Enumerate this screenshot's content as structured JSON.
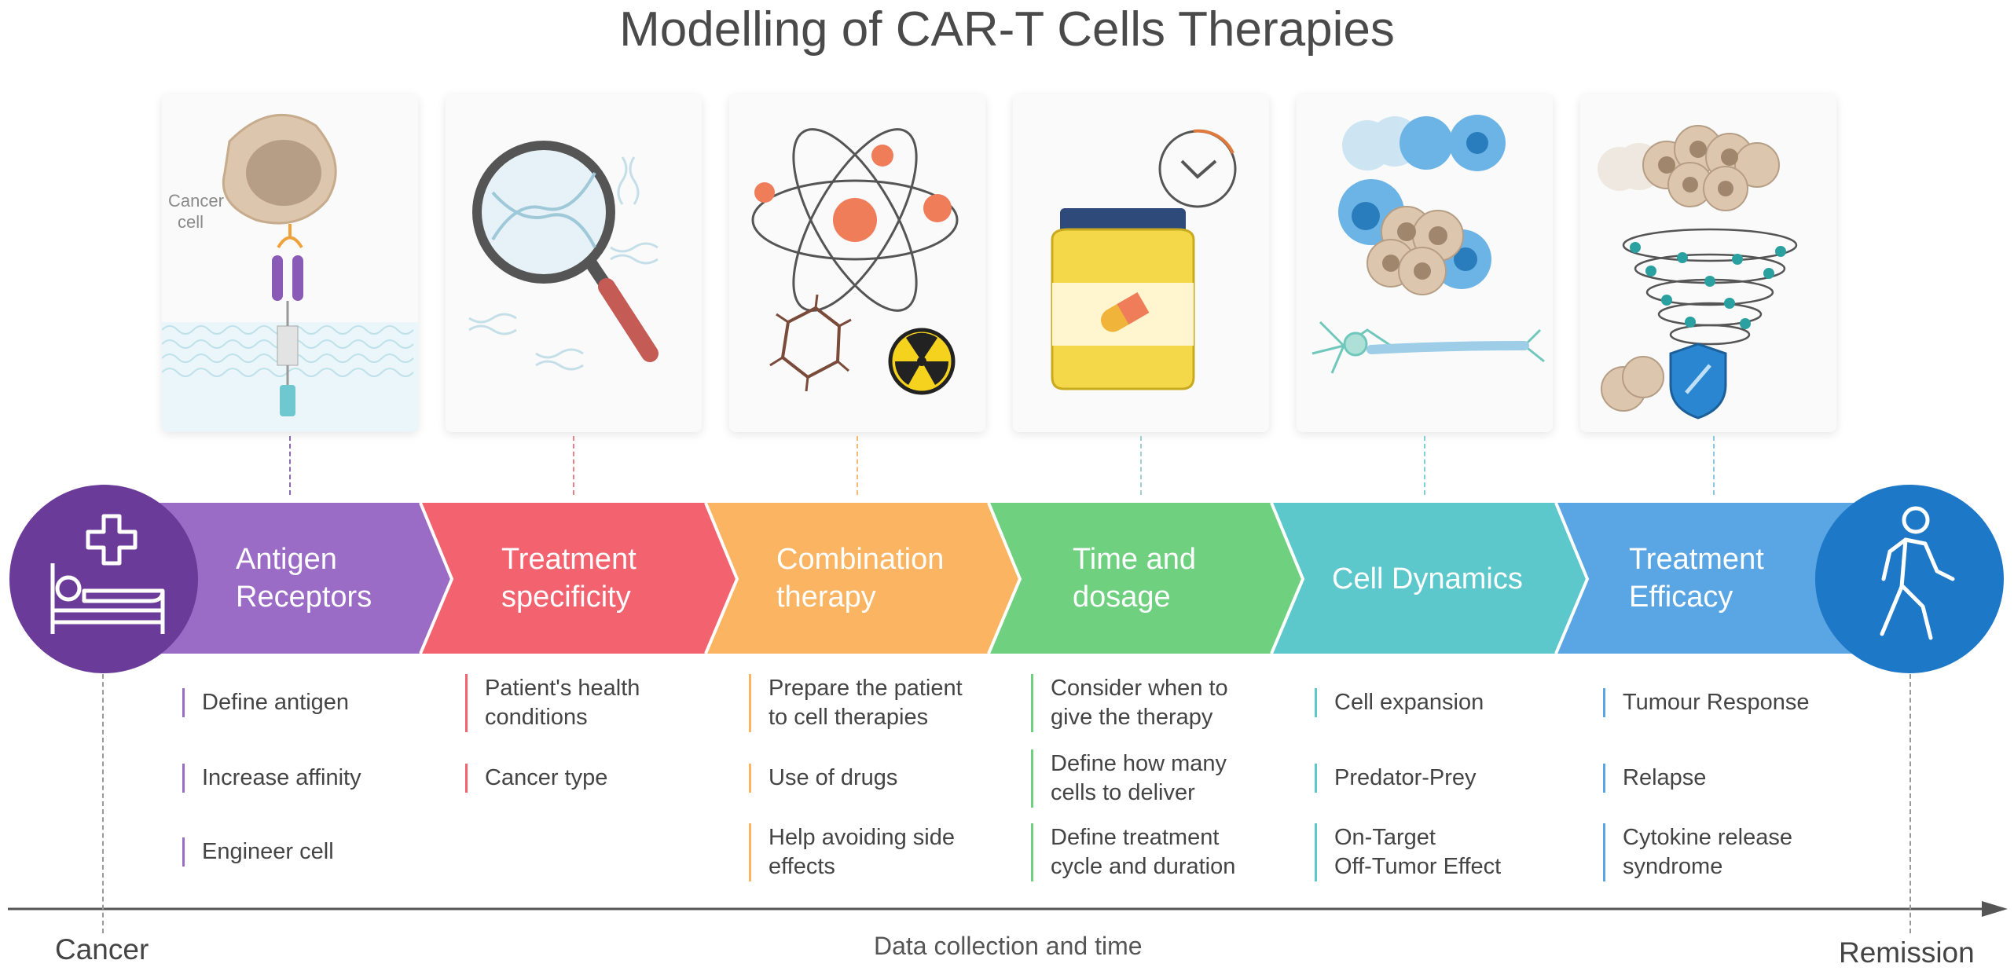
{
  "title": "Modelling of CAR-T Cells Therapies",
  "card1": {
    "cancer_label_1": "Cancer",
    "cancer_label_2": "cell"
  },
  "stages": [
    {
      "label_1": "Antigen",
      "label_2": "Receptors",
      "color": "#9b6cc6",
      "items": [
        [
          "Define antigen"
        ],
        [
          "Increase affinity"
        ],
        [
          "Engineer cell"
        ]
      ]
    },
    {
      "label_1": "Treatment",
      "label_2": "specificity",
      "color": "#f2636f",
      "items": [
        [
          "Patient's health",
          "conditions"
        ],
        [
          "Cancer type"
        ]
      ]
    },
    {
      "label_1": "Combination",
      "label_2": "therapy",
      "color": "#fbb461",
      "items": [
        [
          "Prepare the patient",
          "to cell therapies"
        ],
        [
          "Use of drugs"
        ],
        [
          "Help avoiding side",
          "effects"
        ]
      ]
    },
    {
      "label_1": "Time and",
      "label_2": "dosage",
      "color": "#6fd07f",
      "items": [
        [
          "Consider when to",
          "give the therapy"
        ],
        [
          "Define how many",
          "cells to deliver"
        ],
        [
          "Define treatment",
          "cycle and duration"
        ]
      ]
    },
    {
      "label_1": "Cell Dynamics",
      "label_2": "",
      "color": "#5cc8cc",
      "items": [
        [
          "Cell expansion"
        ],
        [
          "Predator-Prey"
        ],
        [
          "On-Target",
          "Off-Tumor Effect"
        ]
      ]
    },
    {
      "label_1": "Treatment",
      "label_2": "Efficacy",
      "color": "#5aa5e3",
      "items": [
        [
          "Tumour Response"
        ],
        [
          "Relapse"
        ],
        [
          "Cytokine release",
          "syndrome"
        ]
      ]
    }
  ],
  "start_circle": {
    "color": "#6b3b99",
    "icon": "hospital-bed-icon"
  },
  "end_circle": {
    "color": "#1e78c8",
    "icon": "walking-person-icon"
  },
  "axis": {
    "start": "Cancer",
    "end": "Remission",
    "label": "Data collection and time"
  }
}
